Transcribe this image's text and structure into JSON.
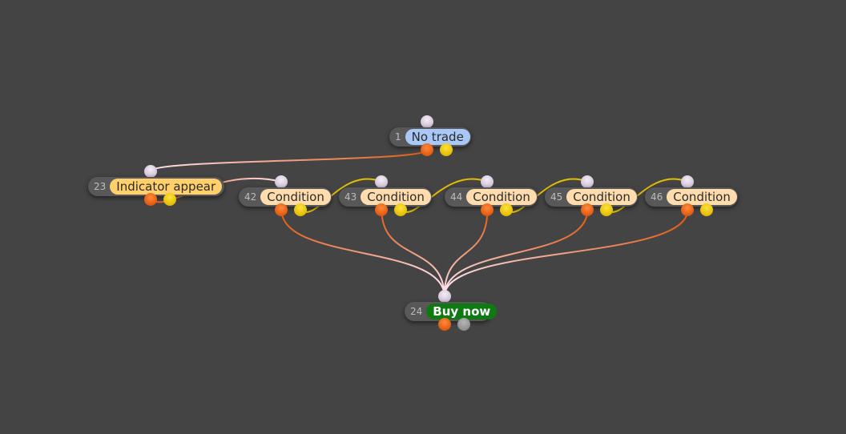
{
  "nodes": [
    {
      "key": "n1",
      "id": "1",
      "label": "No trade",
      "color": "#a9c8f5",
      "text_color": "#2b2b2b",
      "bold": false
    },
    {
      "key": "n23",
      "id": "23",
      "label": "Indicator appear",
      "color": "#ffd06b",
      "text_color": "#2b2b2b",
      "bold": false
    },
    {
      "key": "n42",
      "id": "42",
      "label": "Condition",
      "color": "#ffdcae",
      "text_color": "#2b2b2b",
      "bold": false
    },
    {
      "key": "n43",
      "id": "43",
      "label": "Condition",
      "color": "#ffdcae",
      "text_color": "#2b2b2b",
      "bold": false
    },
    {
      "key": "n44",
      "id": "44",
      "label": "Condition",
      "color": "#ffdcae",
      "text_color": "#2b2b2b",
      "bold": false
    },
    {
      "key": "n45",
      "id": "45",
      "label": "Condition",
      "color": "#ffdcae",
      "text_color": "#2b2b2b",
      "bold": false
    },
    {
      "key": "n46",
      "id": "46",
      "label": "Condition",
      "color": "#ffdcae",
      "text_color": "#2b2b2b",
      "bold": false
    },
    {
      "key": "n24",
      "id": "24",
      "label": "Buy now",
      "color": "#0f7a12",
      "text_color": "#ffffff",
      "bold": true
    }
  ],
  "connections": [
    {
      "from": "n1",
      "port": "a",
      "to": "n23"
    },
    {
      "from": "n23",
      "port": "a",
      "to": "n42"
    },
    {
      "from": "n42",
      "port": "b",
      "to": "n43"
    },
    {
      "from": "n43",
      "port": "b",
      "to": "n44"
    },
    {
      "from": "n44",
      "port": "b",
      "to": "n45"
    },
    {
      "from": "n45",
      "port": "b",
      "to": "n46"
    },
    {
      "from": "n42",
      "port": "a",
      "to": "n24"
    },
    {
      "from": "n43",
      "port": "a",
      "to": "n24"
    },
    {
      "from": "n44",
      "port": "a",
      "to": "n24"
    },
    {
      "from": "n45",
      "port": "a",
      "to": "n24"
    },
    {
      "from": "n46",
      "port": "a",
      "to": "n24"
    }
  ],
  "colors": {
    "background": "#444444",
    "port_a": "#e25a12",
    "port_b": "#e3bd06",
    "port_in": "#d6c8dc",
    "port_gray": "#8f8f8f"
  }
}
